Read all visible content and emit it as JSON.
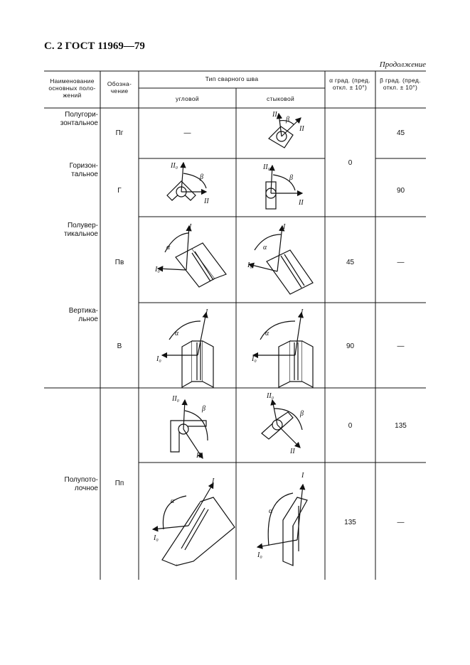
{
  "page": {
    "header": "С. 2 ГОСТ 11969—79",
    "continued": "Продолжение"
  },
  "table": {
    "headers": {
      "name": "Наименование основных поло-жений",
      "designation": "Обозна-чение",
      "seam_type": "Тип сварного шва",
      "fillet": "угловой",
      "butt": "стыковой",
      "alpha": "α  град. (пред. откл. ± 10°)",
      "beta": "β  град. (пред. откл. ± 10°)"
    },
    "rows": [
      {
        "name": "Полугори-зонтальное",
        "designation": "Пг",
        "fillet": "—",
        "beta": "45"
      },
      {
        "name": "Горизон-тальное",
        "designation": "Г",
        "beta": "90"
      },
      {
        "name": "Полувер-тикальное",
        "designation": "Пв",
        "alpha": "45",
        "beta": "—"
      },
      {
        "name": "Вертика-льное",
        "designation": "В",
        "alpha": "90",
        "beta": "—"
      },
      {
        "name": "",
        "designation": "",
        "alpha": "0",
        "beta": "135"
      },
      {
        "name": "Полупото-лочное",
        "designation": "Пп",
        "alpha": "135",
        "beta": "—"
      }
    ],
    "alpha_shared": "0"
  },
  "axis_labels": {
    "I": "I",
    "I0": "I₀",
    "II": "II",
    "II0": "II₀",
    "alpha": "α",
    "beta": "β"
  }
}
